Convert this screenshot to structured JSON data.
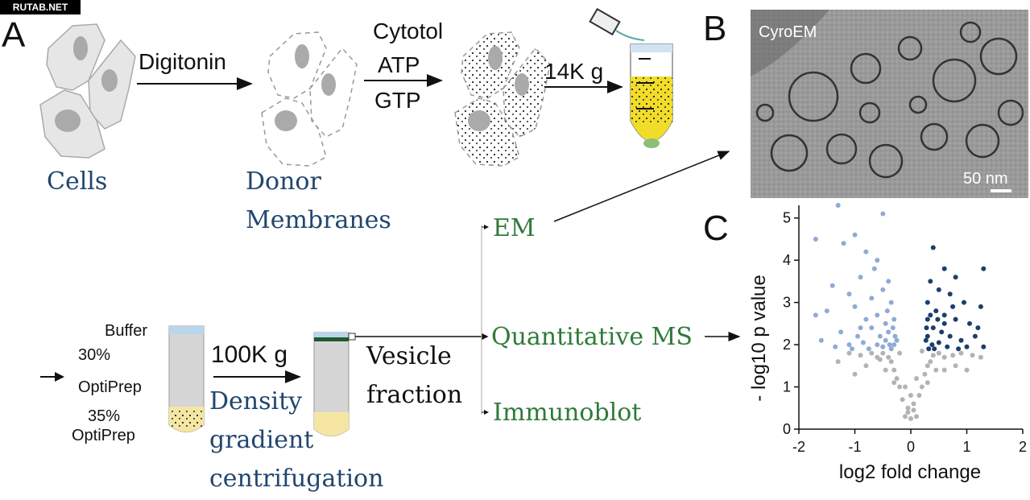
{
  "site_tag": "RUTAB.NET",
  "panels": {
    "a": "A",
    "b": "B",
    "c": "C"
  },
  "workflow": {
    "cells": "Cells",
    "donor_1": "Donor",
    "donor_2": "Membranes",
    "digitonin": "Digitonin",
    "cytosol": "Cytotol",
    "atp": "ATP",
    "gtp": "GTP",
    "spin_1": "14K g",
    "buffer": "Buffer",
    "opti30_a": "30%",
    "opti30_b": "OptiPrep",
    "opti35_a": "35%",
    "opti35_b": "OptiPrep",
    "spin_2": "100K g",
    "density_1": "Density",
    "density_2": "gradient",
    "density_3": "centrifugation",
    "vesicle_1": "Vesicle",
    "vesicle_2": "fraction",
    "out_em": "EM",
    "out_ms": "Quantitative MS",
    "out_ib": "Immunoblot"
  },
  "micrograph": {
    "label": "CyroEM",
    "scale": "50 nm"
  },
  "colors": {
    "blue_text": "#21466e",
    "green_text": "#2f7a3a",
    "yellow": "#f2dc2a",
    "light_blue": "#8faad6",
    "dark_blue": "#1b3f6b",
    "grey": "#b3b3b3"
  },
  "chart_data": {
    "type": "scatter",
    "xlabel": "log2 fold change",
    "ylabel": "- log10 p value",
    "xlim": [
      -2,
      2
    ],
    "ylim": [
      0,
      5.3
    ],
    "xticks": [
      "-2",
      "-1",
      "0",
      "1",
      "2"
    ],
    "yticks": [
      "0",
      "1",
      "2",
      "3",
      "4",
      "5"
    ],
    "series": [
      {
        "group": "depleted",
        "color": "#8faad6",
        "points": [
          [
            -1.3,
            5.3
          ],
          [
            -1.7,
            4.5
          ],
          [
            -1.2,
            4.4
          ],
          [
            -0.8,
            4.2
          ],
          [
            -0.5,
            5.1
          ],
          [
            -1.0,
            4.6
          ],
          [
            -0.6,
            4.0
          ],
          [
            -0.4,
            3.5
          ],
          [
            -1.4,
            3.4
          ],
          [
            -1.1,
            3.2
          ],
          [
            -0.9,
            3.6
          ],
          [
            -0.7,
            3.1
          ],
          [
            -0.5,
            3.3
          ],
          [
            -0.35,
            3.0
          ],
          [
            -1.5,
            2.8
          ],
          [
            -1.0,
            2.9
          ],
          [
            -0.8,
            2.6
          ],
          [
            -0.6,
            2.7
          ],
          [
            -0.45,
            2.5
          ],
          [
            -0.3,
            2.6
          ],
          [
            -1.25,
            2.3
          ],
          [
            -0.95,
            2.2
          ],
          [
            -0.7,
            2.4
          ],
          [
            -0.55,
            2.2
          ],
          [
            -0.4,
            2.3
          ],
          [
            -0.28,
            2.2
          ],
          [
            -1.6,
            2.1
          ],
          [
            -1.1,
            2.0
          ],
          [
            -0.85,
            2.05
          ],
          [
            -0.6,
            2.0
          ],
          [
            -0.45,
            2.1
          ],
          [
            -0.3,
            2.0
          ],
          [
            -1.35,
            1.95
          ],
          [
            -1.05,
            1.9
          ],
          [
            -0.75,
            1.9
          ],
          [
            -0.5,
            1.95
          ],
          [
            -0.35,
            1.9
          ],
          [
            -0.25,
            2.1
          ],
          [
            -0.65,
            3.8
          ],
          [
            -0.42,
            2.8
          ],
          [
            -0.38,
            2.0
          ],
          [
            -0.32,
            2.4
          ],
          [
            -1.7,
            2.7
          ],
          [
            -0.9,
            2.4
          ]
        ]
      },
      {
        "group": "enriched",
        "color": "#1b3f6b",
        "points": [
          [
            0.4,
            4.3
          ],
          [
            0.6,
            3.8
          ],
          [
            1.3,
            3.8
          ],
          [
            0.8,
            3.6
          ],
          [
            0.35,
            3.5
          ],
          [
            0.5,
            3.3
          ],
          [
            0.7,
            3.2
          ],
          [
            0.95,
            3.0
          ],
          [
            1.25,
            2.9
          ],
          [
            0.3,
            3.0
          ],
          [
            0.45,
            2.8
          ],
          [
            0.6,
            2.7
          ],
          [
            0.8,
            2.6
          ],
          [
            1.05,
            2.5
          ],
          [
            0.3,
            2.6
          ],
          [
            0.4,
            2.4
          ],
          [
            0.55,
            2.3
          ],
          [
            0.7,
            2.2
          ],
          [
            0.9,
            2.1
          ],
          [
            1.15,
            2.2
          ],
          [
            1.3,
            1.95
          ],
          [
            0.3,
            2.2
          ],
          [
            0.38,
            2.0
          ],
          [
            0.5,
            2.05
          ],
          [
            0.65,
            1.95
          ],
          [
            0.85,
            1.9
          ],
          [
            1.0,
            1.95
          ],
          [
            0.32,
            1.9
          ],
          [
            0.42,
            1.9
          ],
          [
            0.27,
            2.1
          ],
          [
            0.6,
            2.5
          ],
          [
            0.75,
            2.9
          ],
          [
            0.35,
            2.7
          ],
          [
            0.48,
            2.6
          ],
          [
            1.2,
            2.4
          ],
          [
            0.28,
            2.4
          ]
        ]
      },
      {
        "group": "not_significant",
        "color": "#b3b3b3",
        "points": [
          [
            -0.1,
            0.3
          ],
          [
            0.0,
            0.25
          ],
          [
            0.1,
            0.3
          ],
          [
            -0.05,
            0.5
          ],
          [
            0.05,
            0.6
          ],
          [
            -0.15,
            0.7
          ],
          [
            0.15,
            0.8
          ],
          [
            -0.2,
            1.0
          ],
          [
            0.2,
            1.0
          ],
          [
            -0.25,
            1.2
          ],
          [
            0.25,
            1.3
          ],
          [
            -0.3,
            1.4
          ],
          [
            0.3,
            1.5
          ],
          [
            -0.35,
            1.6
          ],
          [
            0.35,
            1.6
          ],
          [
            -0.4,
            1.7
          ],
          [
            0.4,
            1.75
          ],
          [
            -0.5,
            1.8
          ],
          [
            0.5,
            1.8
          ],
          [
            -0.6,
            1.7
          ],
          [
            0.6,
            1.7
          ],
          [
            -0.7,
            1.8
          ],
          [
            0.75,
            1.75
          ],
          [
            -0.9,
            1.75
          ],
          [
            0.9,
            1.8
          ],
          [
            -1.1,
            1.8
          ],
          [
            1.1,
            1.75
          ],
          [
            -1.3,
            1.6
          ],
          [
            1.25,
            1.7
          ],
          [
            -0.2,
            1.8
          ],
          [
            0.2,
            1.85
          ],
          [
            -0.1,
            1.0
          ],
          [
            0.1,
            1.2
          ],
          [
            0.0,
            0.8
          ],
          [
            -0.3,
            1.1
          ],
          [
            0.3,
            1.1
          ],
          [
            -0.45,
            1.4
          ],
          [
            0.45,
            1.4
          ],
          [
            -0.8,
            1.5
          ],
          [
            0.8,
            1.5
          ],
          [
            -1.0,
            1.3
          ],
          [
            1.0,
            1.4
          ],
          [
            -0.05,
            0.4
          ],
          [
            0.05,
            0.45
          ],
          [
            -0.55,
            1.65
          ],
          [
            0.6,
            1.4
          ]
        ]
      }
    ]
  }
}
